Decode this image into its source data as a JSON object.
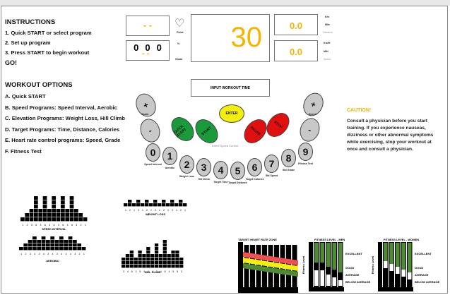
{
  "instructions": {
    "title": "INSTRUCTIONS",
    "steps": [
      "1. Quick START or select program",
      "2. Set up program",
      "3. Press START to begin workout"
    ],
    "go": "GO!"
  },
  "options": {
    "title": "WORKOUT OPTIONS",
    "items": [
      "A. Quick START",
      "B. Speed Programs: Speed Interval, Aerobic",
      "C. Elevation Programs: Weight Loss, Hill Climb",
      "D. Target Programs: Time, Distance, Calories",
      "E. Heart rate control programs: Speed, Grade",
      "F. Fitness Test"
    ]
  },
  "display": {
    "pulse_value": "- -",
    "pulse_label": "Pulse",
    "grade_digits": [
      "0",
      "0",
      "0"
    ],
    "grade_cursor": "- -",
    "percent_label": "%",
    "grade_label": "Grade",
    "time_value": "30",
    "distance_value": "0.0",
    "speed_value": "0.0",
    "km_label": "Km",
    "mile_label": "Mile",
    "distance_label": "Distance",
    "kmh_label": "Km/H",
    "mph_label": "M/H",
    "speed_label": "Speed"
  },
  "controls": {
    "input_time": "INPUT WORKOUT TIME",
    "plus": "+",
    "minus": "-",
    "grade_label": "Grade",
    "speed_label": "Speed",
    "quick_start": "QUICK START",
    "start": "START",
    "enter": "ENTER",
    "pause": "PAUSE",
    "stop": "STOP",
    "direct_speed": "Direct Speed Control",
    "keys": [
      {
        "n": "0",
        "label": "Speed Interval"
      },
      {
        "n": "1",
        "label": "Aerobic"
      },
      {
        "n": "2",
        "label": "Weight Loss"
      },
      {
        "n": "3",
        "label": "Hill Climb"
      },
      {
        "n": "4",
        "label": "Target Time"
      },
      {
        "n": "5",
        "label": "Target Distance"
      },
      {
        "n": "6",
        "label": "Target Calories"
      },
      {
        "n": "7",
        "label": "Std Speed"
      },
      {
        "n": "8",
        "label": "Std Grade"
      },
      {
        "n": "9",
        "label": "Fitness Test"
      }
    ]
  },
  "caution": {
    "title": "CAUTION!",
    "text": "Consult a physician before you start training. If you experience nauseas, dizziness or other abnormal symptoms while exercising, stop your workout at once and consult a physician."
  },
  "colors": {
    "accent": "#f5b400",
    "green": "#1a9a3a",
    "red": "#e01010",
    "yellow": "#f2ee10",
    "chart_green": "#4f8a34"
  },
  "chart_data": [
    {
      "type": "bar",
      "title": "SPEED INTERVAL",
      "values": [
        1,
        2,
        3,
        6,
        3,
        6,
        3,
        6,
        3,
        6,
        3,
        6,
        3,
        2,
        1
      ],
      "ylim": [
        0,
        6
      ]
    },
    {
      "type": "bar",
      "title": "AEROBIC",
      "values": [
        1,
        2,
        3,
        4,
        3,
        4,
        3,
        4,
        3,
        4,
        3,
        4,
        3,
        2,
        1
      ],
      "ylim": [
        0,
        6
      ]
    },
    {
      "type": "bar",
      "title": "WEIGHT LOSS",
      "values": [
        1,
        2,
        1,
        2,
        1,
        2,
        1,
        2,
        1,
        2,
        1,
        2,
        1,
        2,
        1
      ],
      "ylim": [
        0,
        2
      ]
    },
    {
      "type": "bar",
      "title": "HILL CLIMB",
      "values": [
        3,
        4,
        5,
        3,
        5,
        4,
        6,
        4,
        7,
        4,
        8,
        4,
        5,
        5,
        3
      ],
      "ylim": [
        0,
        8
      ]
    },
    {
      "type": "bar",
      "title": "TARGET HEART RATE ZONE"
    },
    {
      "type": "bar",
      "title": "FITNESS LEVEL - MEN",
      "ylabel": "Fitness Level",
      "levels": [
        "EXCELLENT",
        "GOOD",
        "AVERAGE",
        "BELOW AVERAGE"
      ]
    },
    {
      "type": "bar",
      "title": "FITNESS LEVEL - WOMEN",
      "ylabel": "Fitness Level",
      "levels": [
        "EXCELLENT",
        "GOOD",
        "AVERAGE",
        "BELOW AVERAGE"
      ]
    }
  ]
}
